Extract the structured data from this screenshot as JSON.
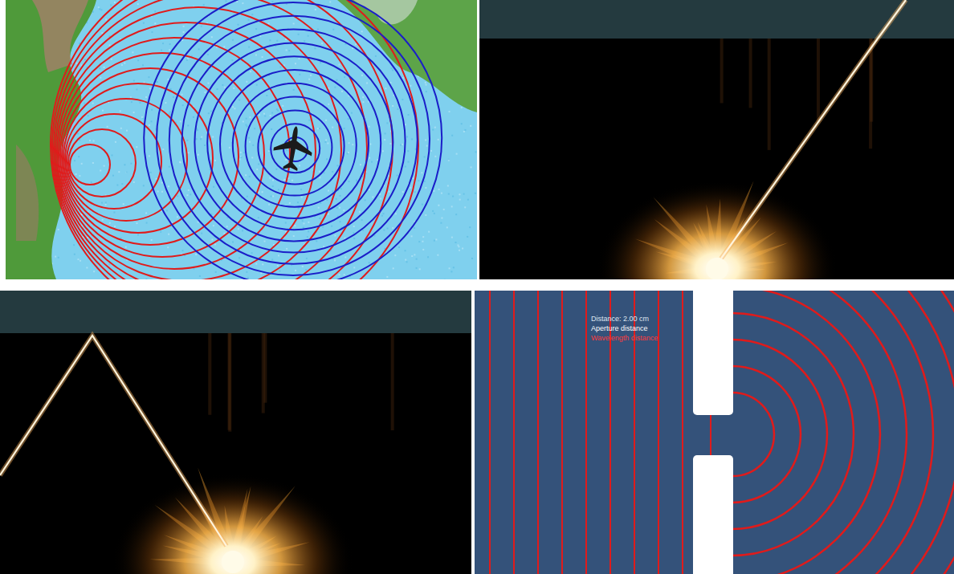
{
  "diagram": {
    "labels": [
      "Distance: 2.00 cm",
      "Aperture distance",
      "Wavelength distance"
    ]
  }
}
